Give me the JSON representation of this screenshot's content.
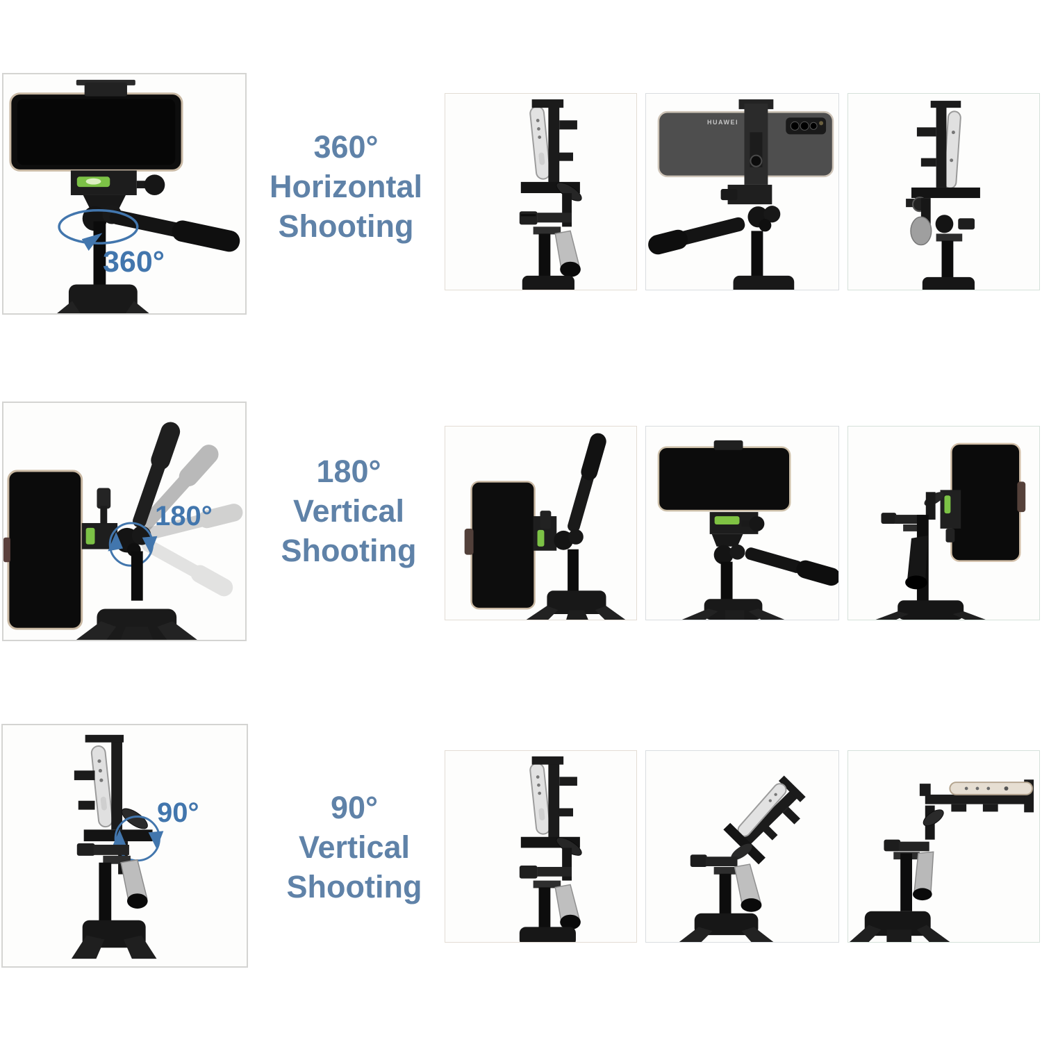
{
  "colors": {
    "heading_text": "#5f82a8",
    "annotation_blue": "#4276ad",
    "bubble_level_green": "#7cc246",
    "photo_background": "#fdfdfc"
  },
  "rows": [
    {
      "title_lines": [
        "360°",
        "Horizontal",
        "Shooting"
      ],
      "hero": {
        "angle_label": "360°",
        "scene": "phone-landscape-on-tripod-with-360-rotation-ellipse"
      },
      "photos": [
        {
          "scene": "side-view-phone-clamp-vertical-silver-handle-down"
        },
        {
          "scene": "phone-back-mounted-landscape-handle-left",
          "brand_label": "HUAWEI"
        },
        {
          "scene": "side-view-phone-clamp-vertical-reverse"
        }
      ]
    },
    {
      "title_lines": [
        "180°",
        "Vertical",
        "Shooting"
      ],
      "hero": {
        "angle_label": "180°",
        "scene": "handle-sweep-180-degrees-with-portrait-phone"
      },
      "photos": [
        {
          "scene": "portrait-phone-left-handle-up-right"
        },
        {
          "scene": "landscape-phone-front-handle-right-down"
        },
        {
          "scene": "portrait-phone-right-cone-handle-down"
        }
      ]
    },
    {
      "title_lines": [
        "90°",
        "Vertical",
        "Shooting"
      ],
      "hero": {
        "angle_label": "90°",
        "scene": "side-view-clamp-with-90-degree-rotation-circle"
      },
      "photos": [
        {
          "scene": "clamp-vertical-before-tilt"
        },
        {
          "scene": "clamp-tilted-45-degrees"
        },
        {
          "scene": "clamp-horizontal-flat"
        }
      ]
    }
  ]
}
